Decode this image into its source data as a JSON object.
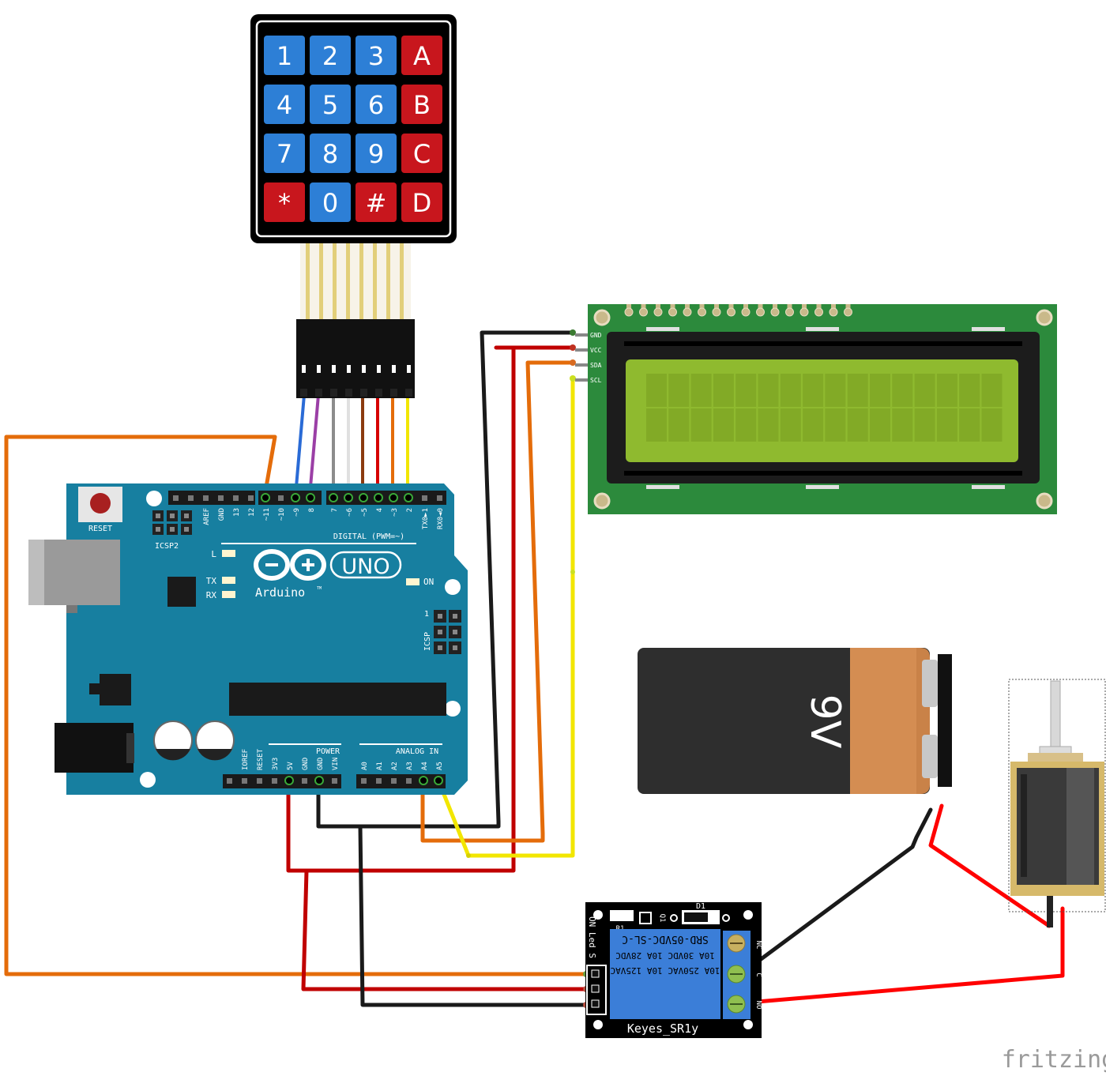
{
  "keypad": {
    "keys": [
      {
        "label": "1",
        "color": "#2d7fd6"
      },
      {
        "label": "2",
        "color": "#2d7fd6"
      },
      {
        "label": "3",
        "color": "#2d7fd6"
      },
      {
        "label": "A",
        "color": "#c8161d"
      },
      {
        "label": "4",
        "color": "#2d7fd6"
      },
      {
        "label": "5",
        "color": "#2d7fd6"
      },
      {
        "label": "6",
        "color": "#2d7fd6"
      },
      {
        "label": "B",
        "color": "#c8161d"
      },
      {
        "label": "7",
        "color": "#2d7fd6"
      },
      {
        "label": "8",
        "color": "#2d7fd6"
      },
      {
        "label": "9",
        "color": "#2d7fd6"
      },
      {
        "label": "C",
        "color": "#c8161d"
      },
      {
        "label": "*",
        "color": "#c8161d"
      },
      {
        "label": "0",
        "color": "#2d7fd6"
      },
      {
        "label": "#",
        "color": "#c8161d"
      },
      {
        "label": "D",
        "color": "#c8161d"
      }
    ]
  },
  "lcd": {
    "pins": [
      "GND",
      "VCC",
      "SDA",
      "SCL"
    ],
    "board_color": "#2c8a3c",
    "screen_color": "#8fba2f"
  },
  "arduino": {
    "board_color": "#177fa0",
    "reset_label": "RESET",
    "icsp2_label": "ICSP2",
    "icsp_label": "ICSP",
    "icsp_pin1": "1",
    "brand": "Arduino",
    "tm": "TM",
    "model": "UNO",
    "digital_label": "DIGITAL (PWM=~)",
    "power_label": "POWER",
    "analog_label": "ANALOG IN",
    "on_label": "ON",
    "led_l": "L",
    "led_tx": "TX",
    "led_rx": "RX",
    "top_pins": [
      "AREF",
      "GND",
      "13",
      "12",
      "~11",
      "~10",
      "~9",
      "8",
      "7",
      "~6",
      "~5",
      "4",
      "~3",
      "2",
      "TX0►1",
      "RX0◄0"
    ],
    "power_pins": [
      "IOREF",
      "RESET",
      "3V3",
      "5V",
      "GND",
      "GND",
      "VIN"
    ],
    "analog_pins": [
      "A0",
      "A1",
      "A2",
      "A3",
      "A4",
      "A5"
    ]
  },
  "battery": {
    "label": "9V"
  },
  "relay": {
    "name": "Keyes_SR1y",
    "model": "SRD-05VDC-SL-C",
    "rating1": "10A 250VAC 10A 125VAC",
    "rating2": "10A 30VDC 10A 28VDC",
    "d1": "D1",
    "r1": "R1",
    "q1": "Q1",
    "left_label": "ON Led S",
    "nc": "NC",
    "c": "C",
    "no": "NO"
  },
  "watermark": "fritzing",
  "wire_colors": {
    "orange": "#e46c0a",
    "red": "#c00000",
    "black": "#1a1a1a",
    "yellow": "#f2e600",
    "blue": "#2a6bd6",
    "purple": "#9b3fa6",
    "gray": "#8c8c8c",
    "white": "#e8e8e8",
    "brown": "#8b3a0f",
    "bright_red": "#ff0000"
  }
}
